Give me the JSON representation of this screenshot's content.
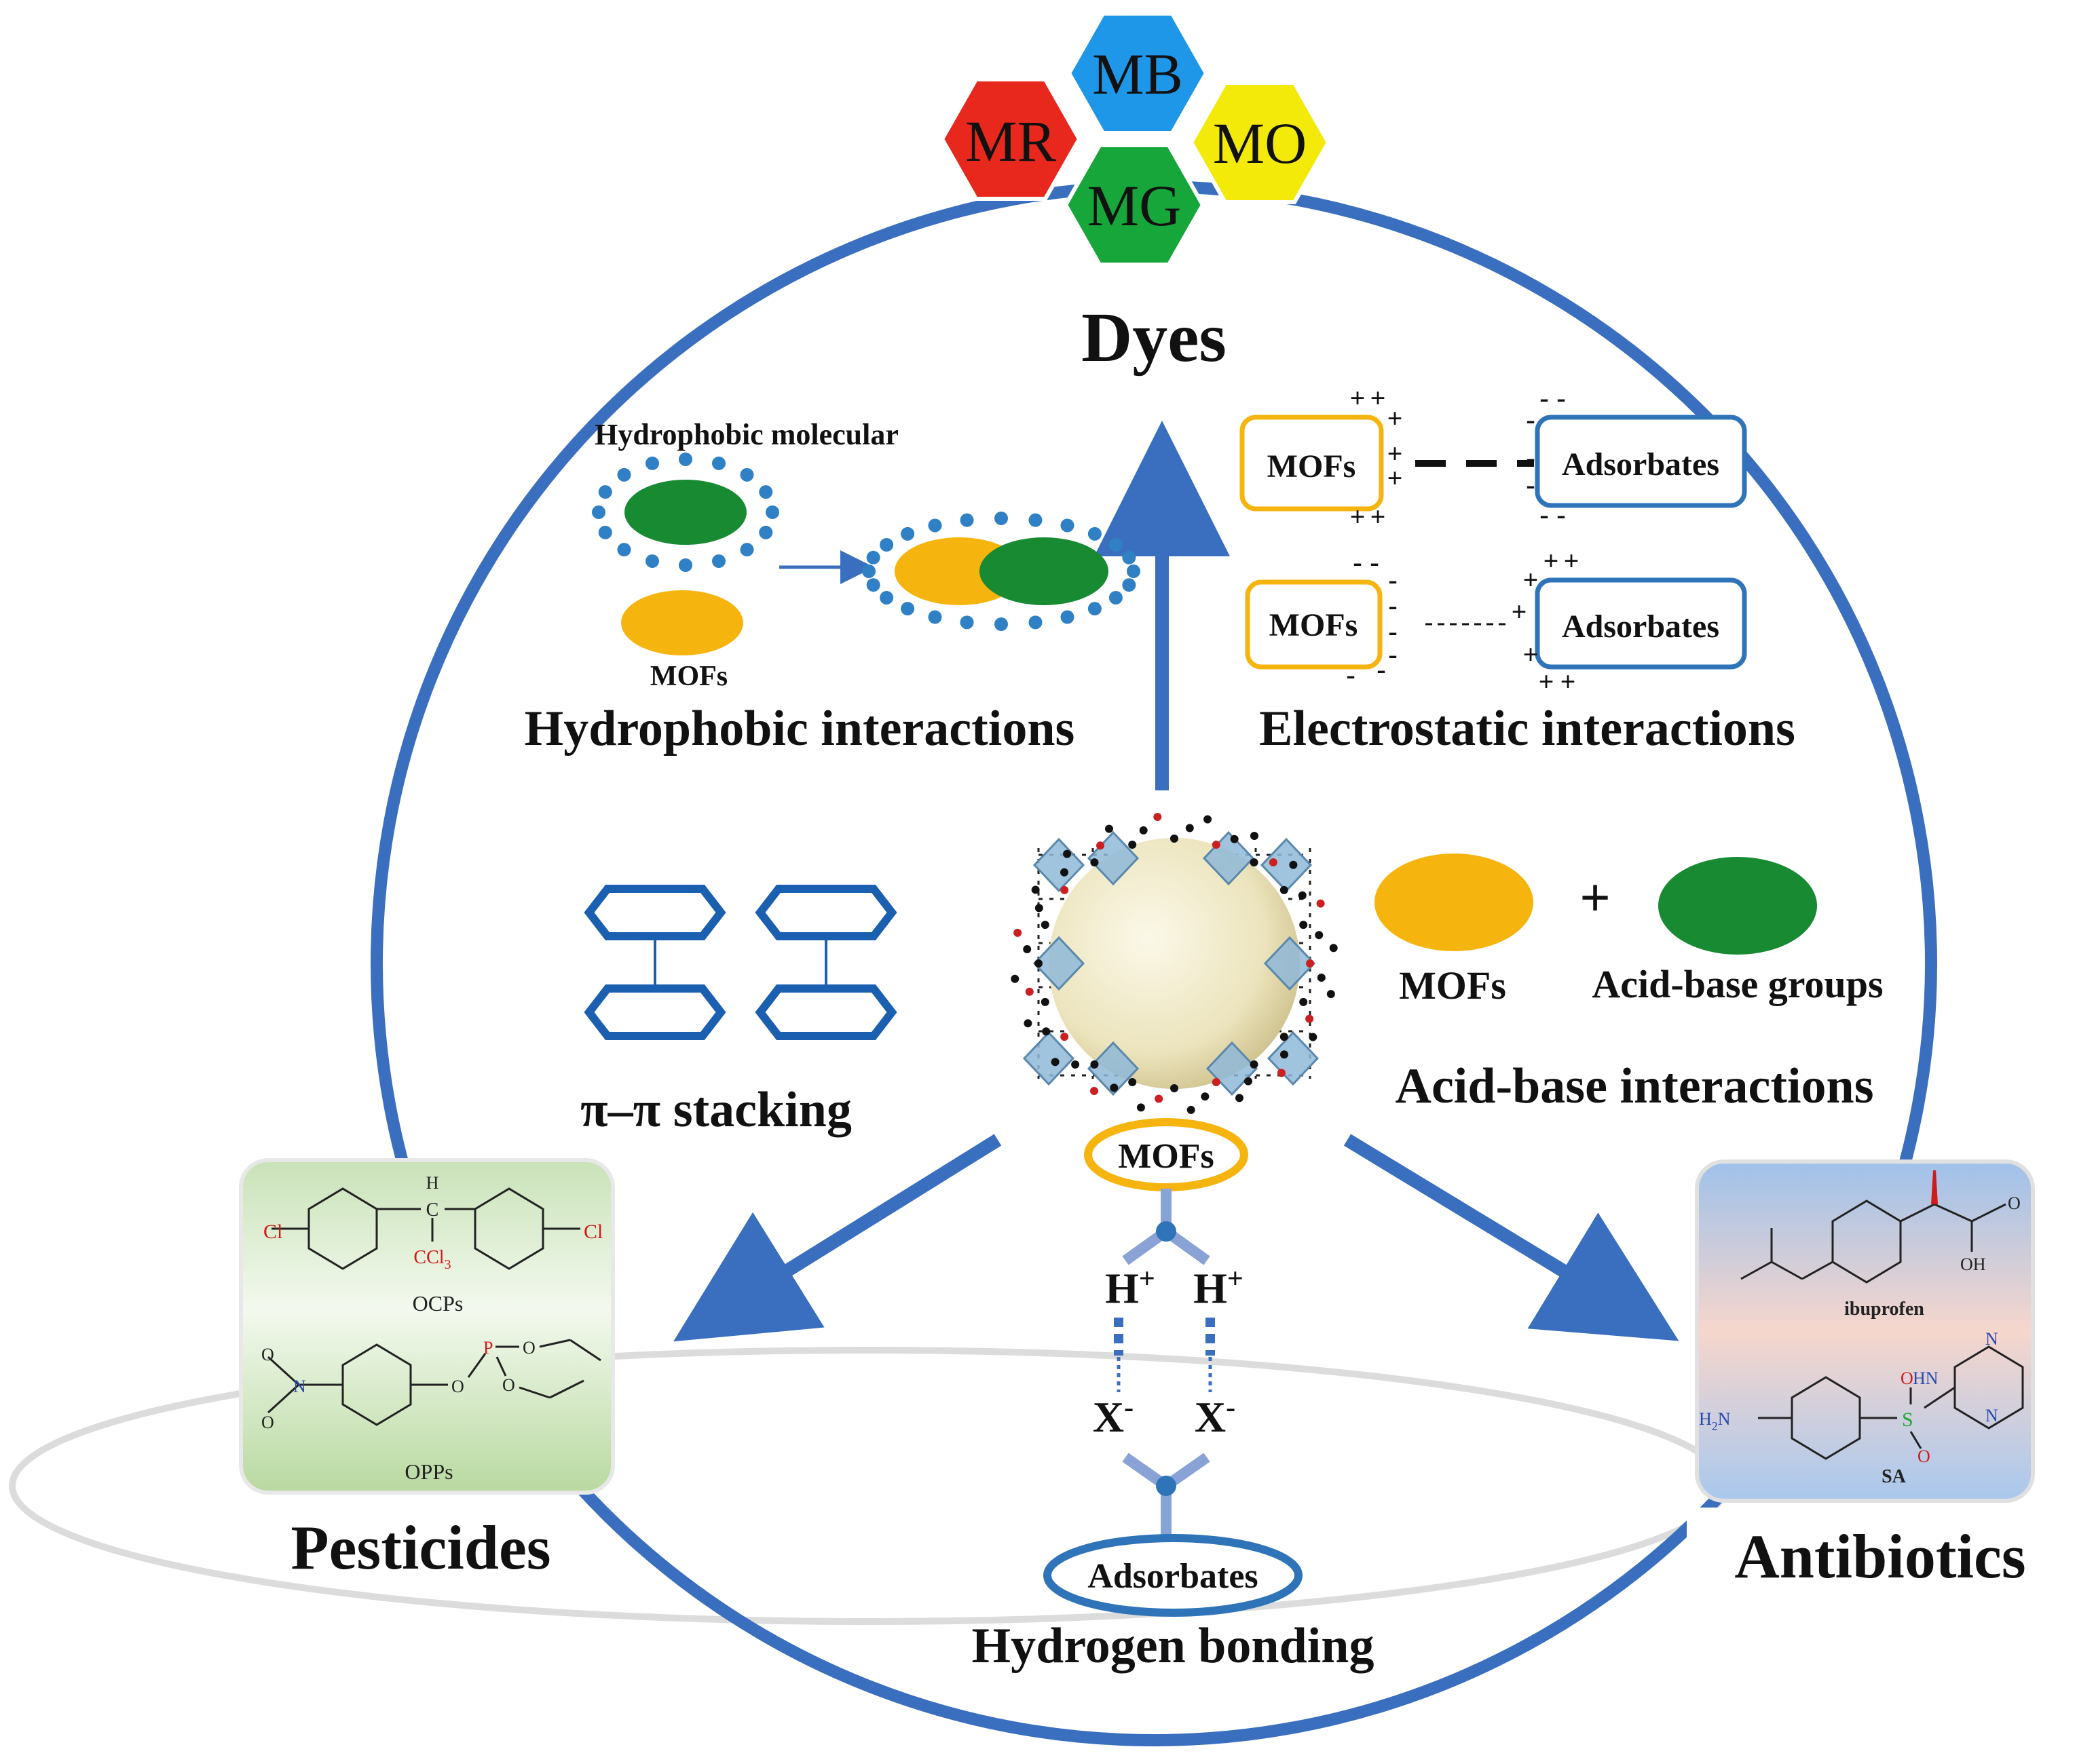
{
  "dyes": {
    "title": "Dyes",
    "hexagons": [
      {
        "label": "MB",
        "color": "#1f97e8"
      },
      {
        "label": "MR",
        "color": "#e8281c"
      },
      {
        "label": "MO",
        "color": "#f3ea0a"
      },
      {
        "label": "MG",
        "color": "#16a63a"
      }
    ]
  },
  "hydrophobic": {
    "molecule_label": "Hydrophobic molecular",
    "mofs_label": "MOFs",
    "title": "Hydrophobic interactions"
  },
  "electrostatic": {
    "mofs_label": "MOFs",
    "adsorbates_label": "Adsorbates",
    "plus": "+",
    "minus": "-",
    "title": "Electrostatic interactions"
  },
  "pi_stacking": {
    "title": "π–π stacking"
  },
  "acid_base": {
    "mofs_label": "MOFs",
    "plus": "+",
    "groups_label": "Acid-base groups",
    "title": "Acid-base interactions"
  },
  "hydrogen": {
    "mofs_label": "MOFs",
    "h_label": "H",
    "h_charge": "+",
    "x_label": "X",
    "x_charge": "-",
    "adsorbates_label": "Adsorbates",
    "title": "Hydrogen bonding"
  },
  "pesticides": {
    "title": "Pesticides",
    "ocps_label": "OCPs",
    "opps_label": "OPPs",
    "cl_label": "Cl",
    "c_label": "C",
    "h_label": "H",
    "ccl3_label": "CCl",
    "ccl3_sub": "3",
    "p_label": "P",
    "o_label": "O",
    "n_label": "N"
  },
  "antibiotics": {
    "title": "Antibiotics",
    "ibuprofen_label": "ibuprofen",
    "sa_label": "SA",
    "oh_label": "OH",
    "o_label": "O",
    "n_label": "N",
    "s_label": "S",
    "hn_label": "HN",
    "h2n_label": "H",
    "h2n_sub": "2",
    "h2n_tail": "N"
  },
  "colors": {
    "circle": "#3a6fbf",
    "arrow": "#3a6fbf",
    "mof_orange": "#f6b40f",
    "green": "#178a32",
    "dot_blue": "#2f80c4",
    "adsorbate_blue": "#2f74b8",
    "hexagon_blue": "#1b5fb0",
    "hbond_blue": "#8aa3d6"
  }
}
